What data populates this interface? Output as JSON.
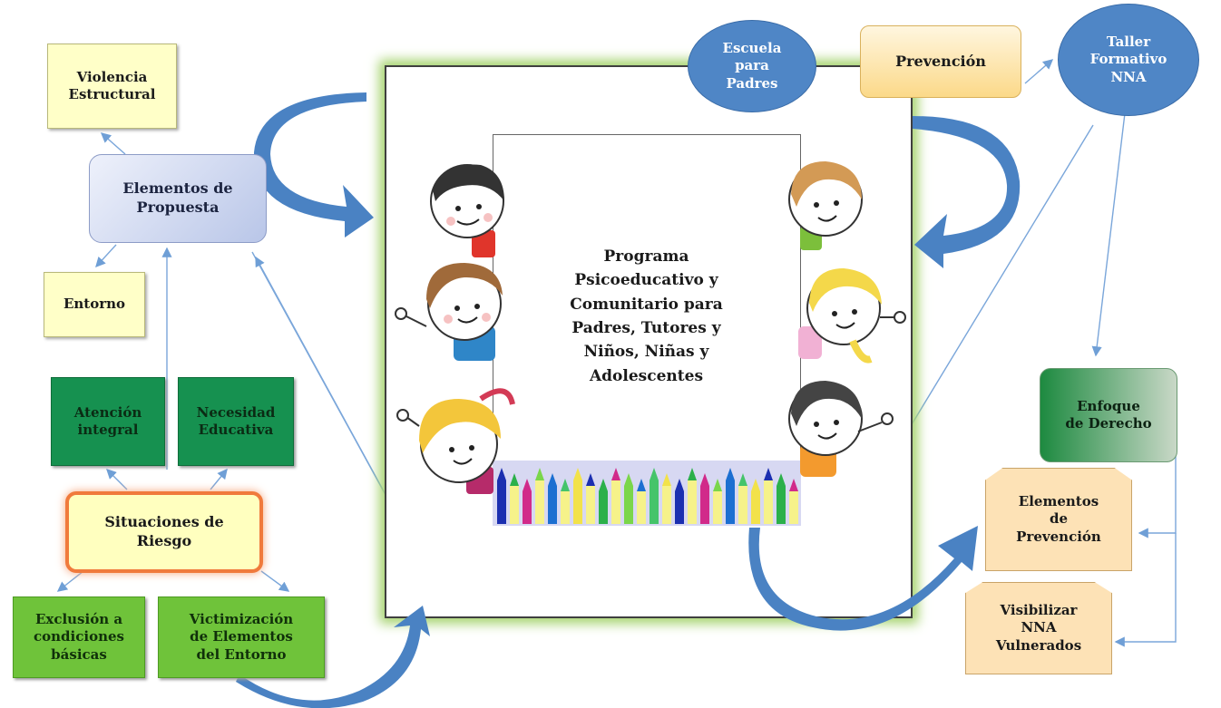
{
  "left": {
    "violencia": "Violencia\nEstructural",
    "elementos_propuesta": "Elementos de\nPropuesta",
    "entorno": "Entorno",
    "atencion": "Atención\nintegral",
    "necesidad": "Necesidad\nEducativa",
    "situaciones": "Situaciones de\nRiesgo",
    "exclusion": "Exclusión a\ncondiciones\nbásicas",
    "victimizacion": "Victimización\nde Elementos\ndel Entorno"
  },
  "top": {
    "escuela": "Escuela\npara\nPadres",
    "prevencion": "Prevención",
    "taller": "Taller\nFormativo\nNNA"
  },
  "center": {
    "title": "Programa\nPsicoeducativo y\nComunitario para\nPadres, Tutores y\nNiños, Niñas y\nAdolescentes"
  },
  "right": {
    "enfoque": "Enfoque\nde Derecho",
    "elementos_prevencion": "Elementos\nde\nPrevención",
    "visibilizar": "Visibilizar\nNNA\nVulnerados"
  },
  "colors": {
    "accent_blue": "#4f86c6",
    "frame_glow": "#a6d36f",
    "risk_border": "#f07a3c",
    "dark_green": "#169150",
    "light_green": "#6fc33a"
  }
}
